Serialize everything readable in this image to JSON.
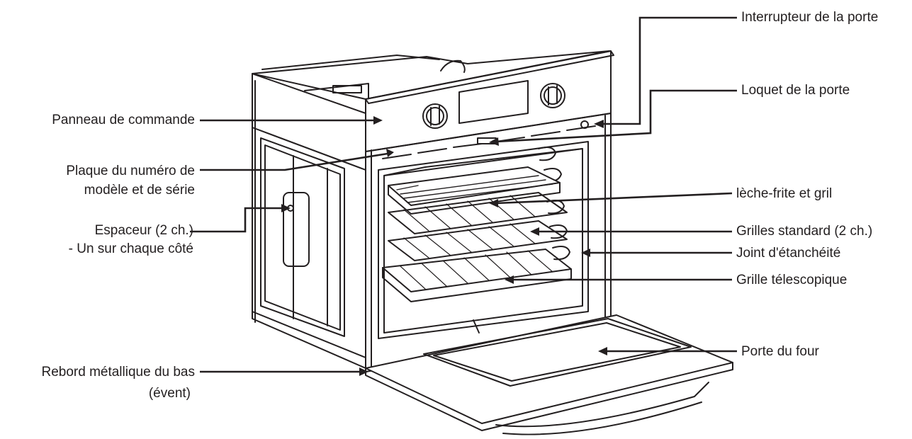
{
  "labels": {
    "interrupteur": "Interrupteur de la porte",
    "loquet": "Loquet de la porte",
    "panneau": "Panneau de commande",
    "plaque_l1": "Plaque du numéro de",
    "plaque_l2": "modèle et de série",
    "leche": "lèche-frite et gril",
    "espaceur_l1": "Espaceur (2 ch.)",
    "espaceur_l2": "- Un sur chaque côté",
    "grilles": "Grilles standard (2 ch.)",
    "joint": "Joint d'étanchéité",
    "grille_tele": "Grille télescopique",
    "porte": "Porte du four",
    "rebord_l1": "Rebord métallique du bas",
    "rebord_l2": "(évent)"
  },
  "colors": {
    "line": "#231f20",
    "fill": "#ffffff"
  }
}
